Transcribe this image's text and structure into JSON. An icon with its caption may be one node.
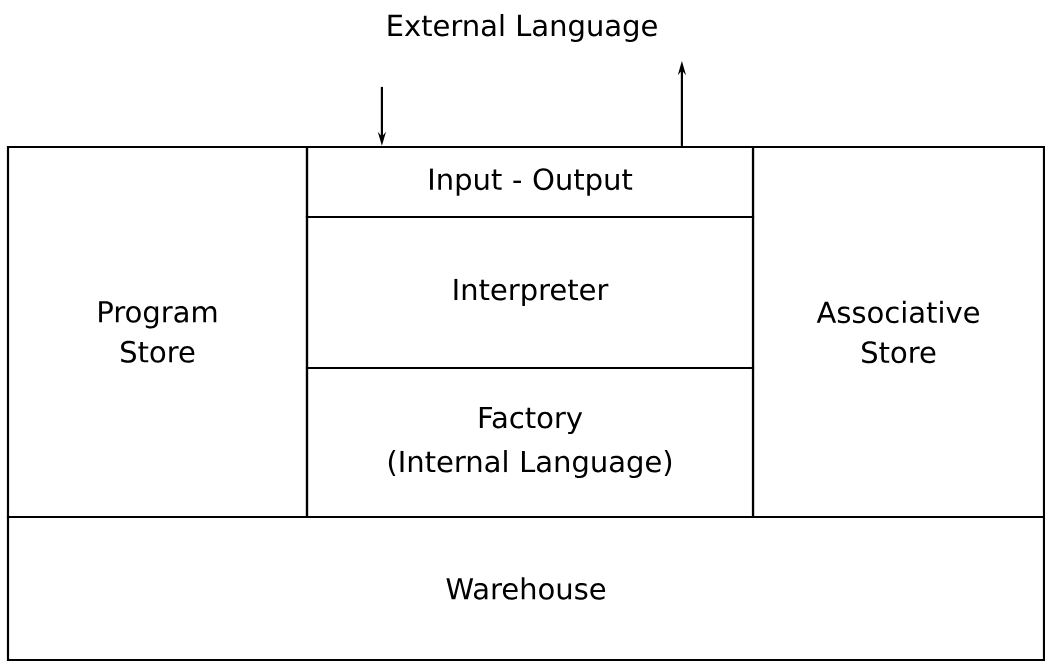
{
  "diagram": {
    "nodes": [
      {
        "text": [
          "Program Store"
        ]
      },
      {
        "text": [
          "Input - Output"
        ]
      },
      {
        "text": [
          "Interpreter"
        ]
      },
      {
        "text": [
          "Factory",
          "(Internal Language)"
        ]
      },
      {
        "text": [
          "Associative Store"
        ]
      },
      {
        "text": [
          "Warehouse"
        ]
      }
    ],
    "edges": [
      {
        "from": null,
        "to": 1,
        "arrow": "to"
      },
      {
        "from": 1,
        "to": null,
        "arrow": "to"
      }
    ],
    "labels": [
      "External Language"
    ]
  }
}
